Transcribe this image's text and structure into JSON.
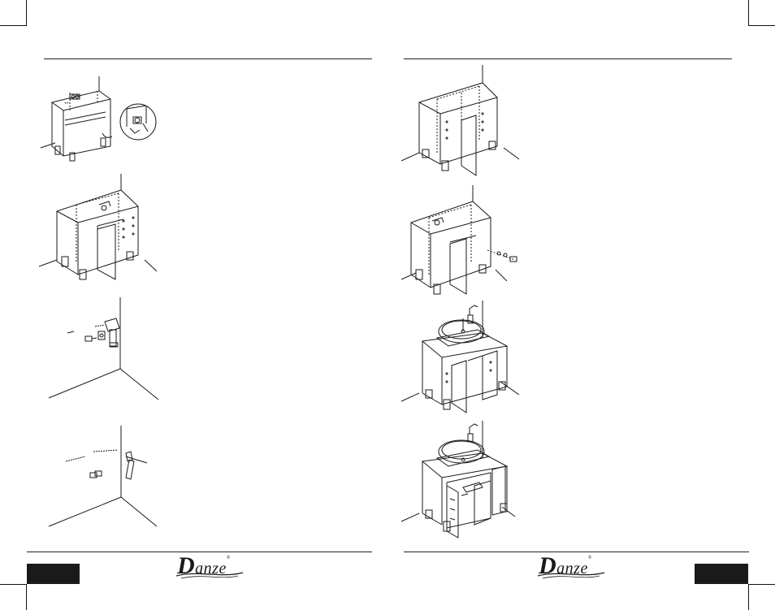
{
  "brand": {
    "logo_initial": "D",
    "logo_rest": "anze",
    "logo_mark": "®"
  },
  "pages": [
    {
      "side": "left",
      "figures": [
        "frame-with-back-panel-detail",
        "cabinet-with-door",
        "drilling-wall-anchor",
        "fastening-wall-anchor"
      ]
    },
    {
      "side": "right",
      "figures": [
        "cabinet-frame",
        "attaching-side-panel",
        "vanity-with-vessel-sink",
        "vanity-open-doors-drawer"
      ]
    }
  ],
  "colors": {
    "ink": "#1a1a1a",
    "page": "#ffffff",
    "tab": "#1a1a1a"
  }
}
